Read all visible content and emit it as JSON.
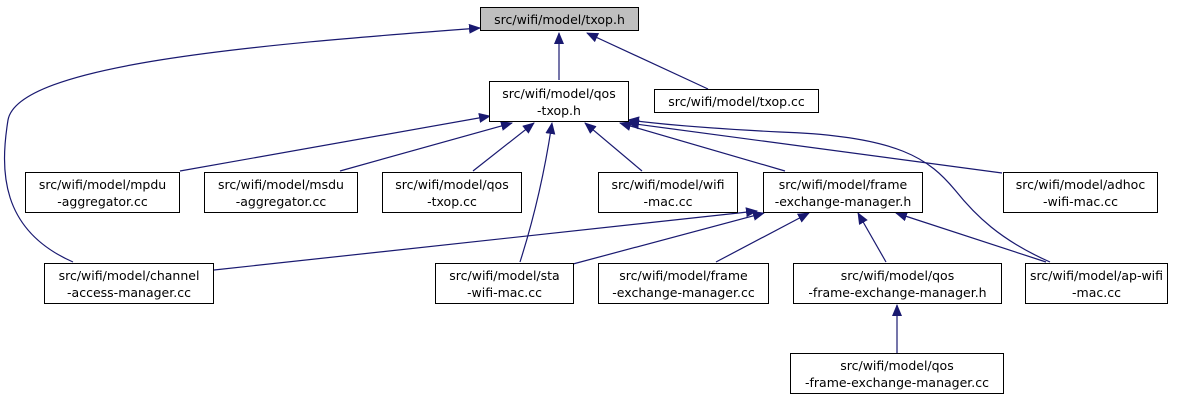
{
  "colors": {
    "edge": "#191970",
    "root_fill": "#bfbfbf",
    "node_fill": "#ffffff",
    "border": "#000000"
  },
  "nodes": {
    "txop_h": {
      "lines": [
        "src/wifi/model/txop.h"
      ]
    },
    "qos_txop_h": {
      "lines": [
        "src/wifi/model/qos",
        "-txop.h"
      ]
    },
    "txop_cc": {
      "lines": [
        "src/wifi/model/txop.cc"
      ]
    },
    "mpdu_aggregator_cc": {
      "lines": [
        "src/wifi/model/mpdu",
        "-aggregator.cc"
      ]
    },
    "msdu_aggregator_cc": {
      "lines": [
        "src/wifi/model/msdu",
        "-aggregator.cc"
      ]
    },
    "qos_txop_cc": {
      "lines": [
        "src/wifi/model/qos",
        "-txop.cc"
      ]
    },
    "wifi_mac_cc": {
      "lines": [
        "src/wifi/model/wifi",
        "-mac.cc"
      ]
    },
    "frame_exchange_manager_h": {
      "lines": [
        "src/wifi/model/frame",
        "-exchange-manager.h"
      ]
    },
    "adhoc_wifi_mac_cc": {
      "lines": [
        "src/wifi/model/adhoc",
        "-wifi-mac.cc"
      ]
    },
    "channel_access_manager_cc": {
      "lines": [
        "src/wifi/model/channel",
        "-access-manager.cc"
      ]
    },
    "sta_wifi_mac_cc": {
      "lines": [
        "src/wifi/model/sta",
        "-wifi-mac.cc"
      ]
    },
    "frame_exchange_manager_cc": {
      "lines": [
        "src/wifi/model/frame",
        "-exchange-manager.cc"
      ]
    },
    "qos_frame_exchange_manager_h": {
      "lines": [
        "src/wifi/model/qos",
        "-frame-exchange-manager.h"
      ]
    },
    "ap_wifi_mac_cc": {
      "lines": [
        "src/wifi/model/ap-wifi",
        "-mac.cc"
      ]
    },
    "qos_frame_exchange_manager_cc": {
      "lines": [
        "src/wifi/model/qos",
        "-frame-exchange-manager.cc"
      ]
    }
  }
}
